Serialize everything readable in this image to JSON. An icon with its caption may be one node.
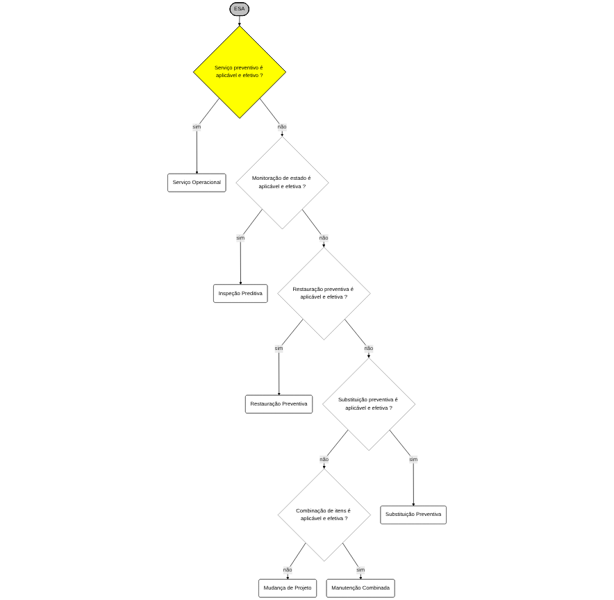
{
  "diagram": {
    "nodes": [
      {
        "text": [
          "ESA"
        ]
      },
      {
        "text": [
          "Serviço preventivo é aplicável e efetivo ?"
        ]
      },
      {
        "text": [
          "Serviço Operacional"
        ]
      },
      {
        "text": [
          "Monitoração de estado é aplicável e efetiva ?"
        ]
      },
      {
        "text": [
          "Inspeção Preditiva"
        ]
      },
      {
        "text": [
          "Restauração preventiva é aplicável e efetiva ?"
        ]
      },
      {
        "text": [
          "Restauração Preventiva"
        ]
      },
      {
        "text": [
          "Mudança de Projeto"
        ]
      },
      {
        "text": [
          "Combinação de itens é aplicável e efetiva ?"
        ]
      },
      {
        "text": [
          "Substituição preventiva é aplicável e efetiva ?"
        ]
      },
      {
        "text": [
          "Manutenção Combinada"
        ]
      },
      {
        "text": [
          "Substituição Preventiva"
        ]
      }
    ],
    "edges": [
      {
        "from": 0,
        "to": 1,
        "arrow": "to"
      },
      {
        "from": 1,
        "to": 3,
        "label": "não",
        "arrow": "to"
      },
      {
        "from": 1,
        "to": 2,
        "label": "sim",
        "arrow": "to"
      },
      {
        "from": 3,
        "to": 5,
        "label": "não",
        "arrow": "to"
      },
      {
        "from": 3,
        "to": 4,
        "label": "sim",
        "arrow": "to"
      },
      {
        "from": 5,
        "to": 6,
        "label": "sim",
        "arrow": "to"
      },
      {
        "from": 5,
        "to": 9,
        "label": "não",
        "arrow": "to"
      },
      {
        "from": 9,
        "to": 8,
        "label": "não",
        "arrow": "to"
      },
      {
        "from": 9,
        "to": 11,
        "label": "sim",
        "arrow": "to"
      },
      {
        "from": 8,
        "to": 7,
        "label": "não",
        "arrow": "to"
      },
      {
        "from": 8,
        "to": 10,
        "label": "sim",
        "arrow": "to"
      }
    ]
  }
}
